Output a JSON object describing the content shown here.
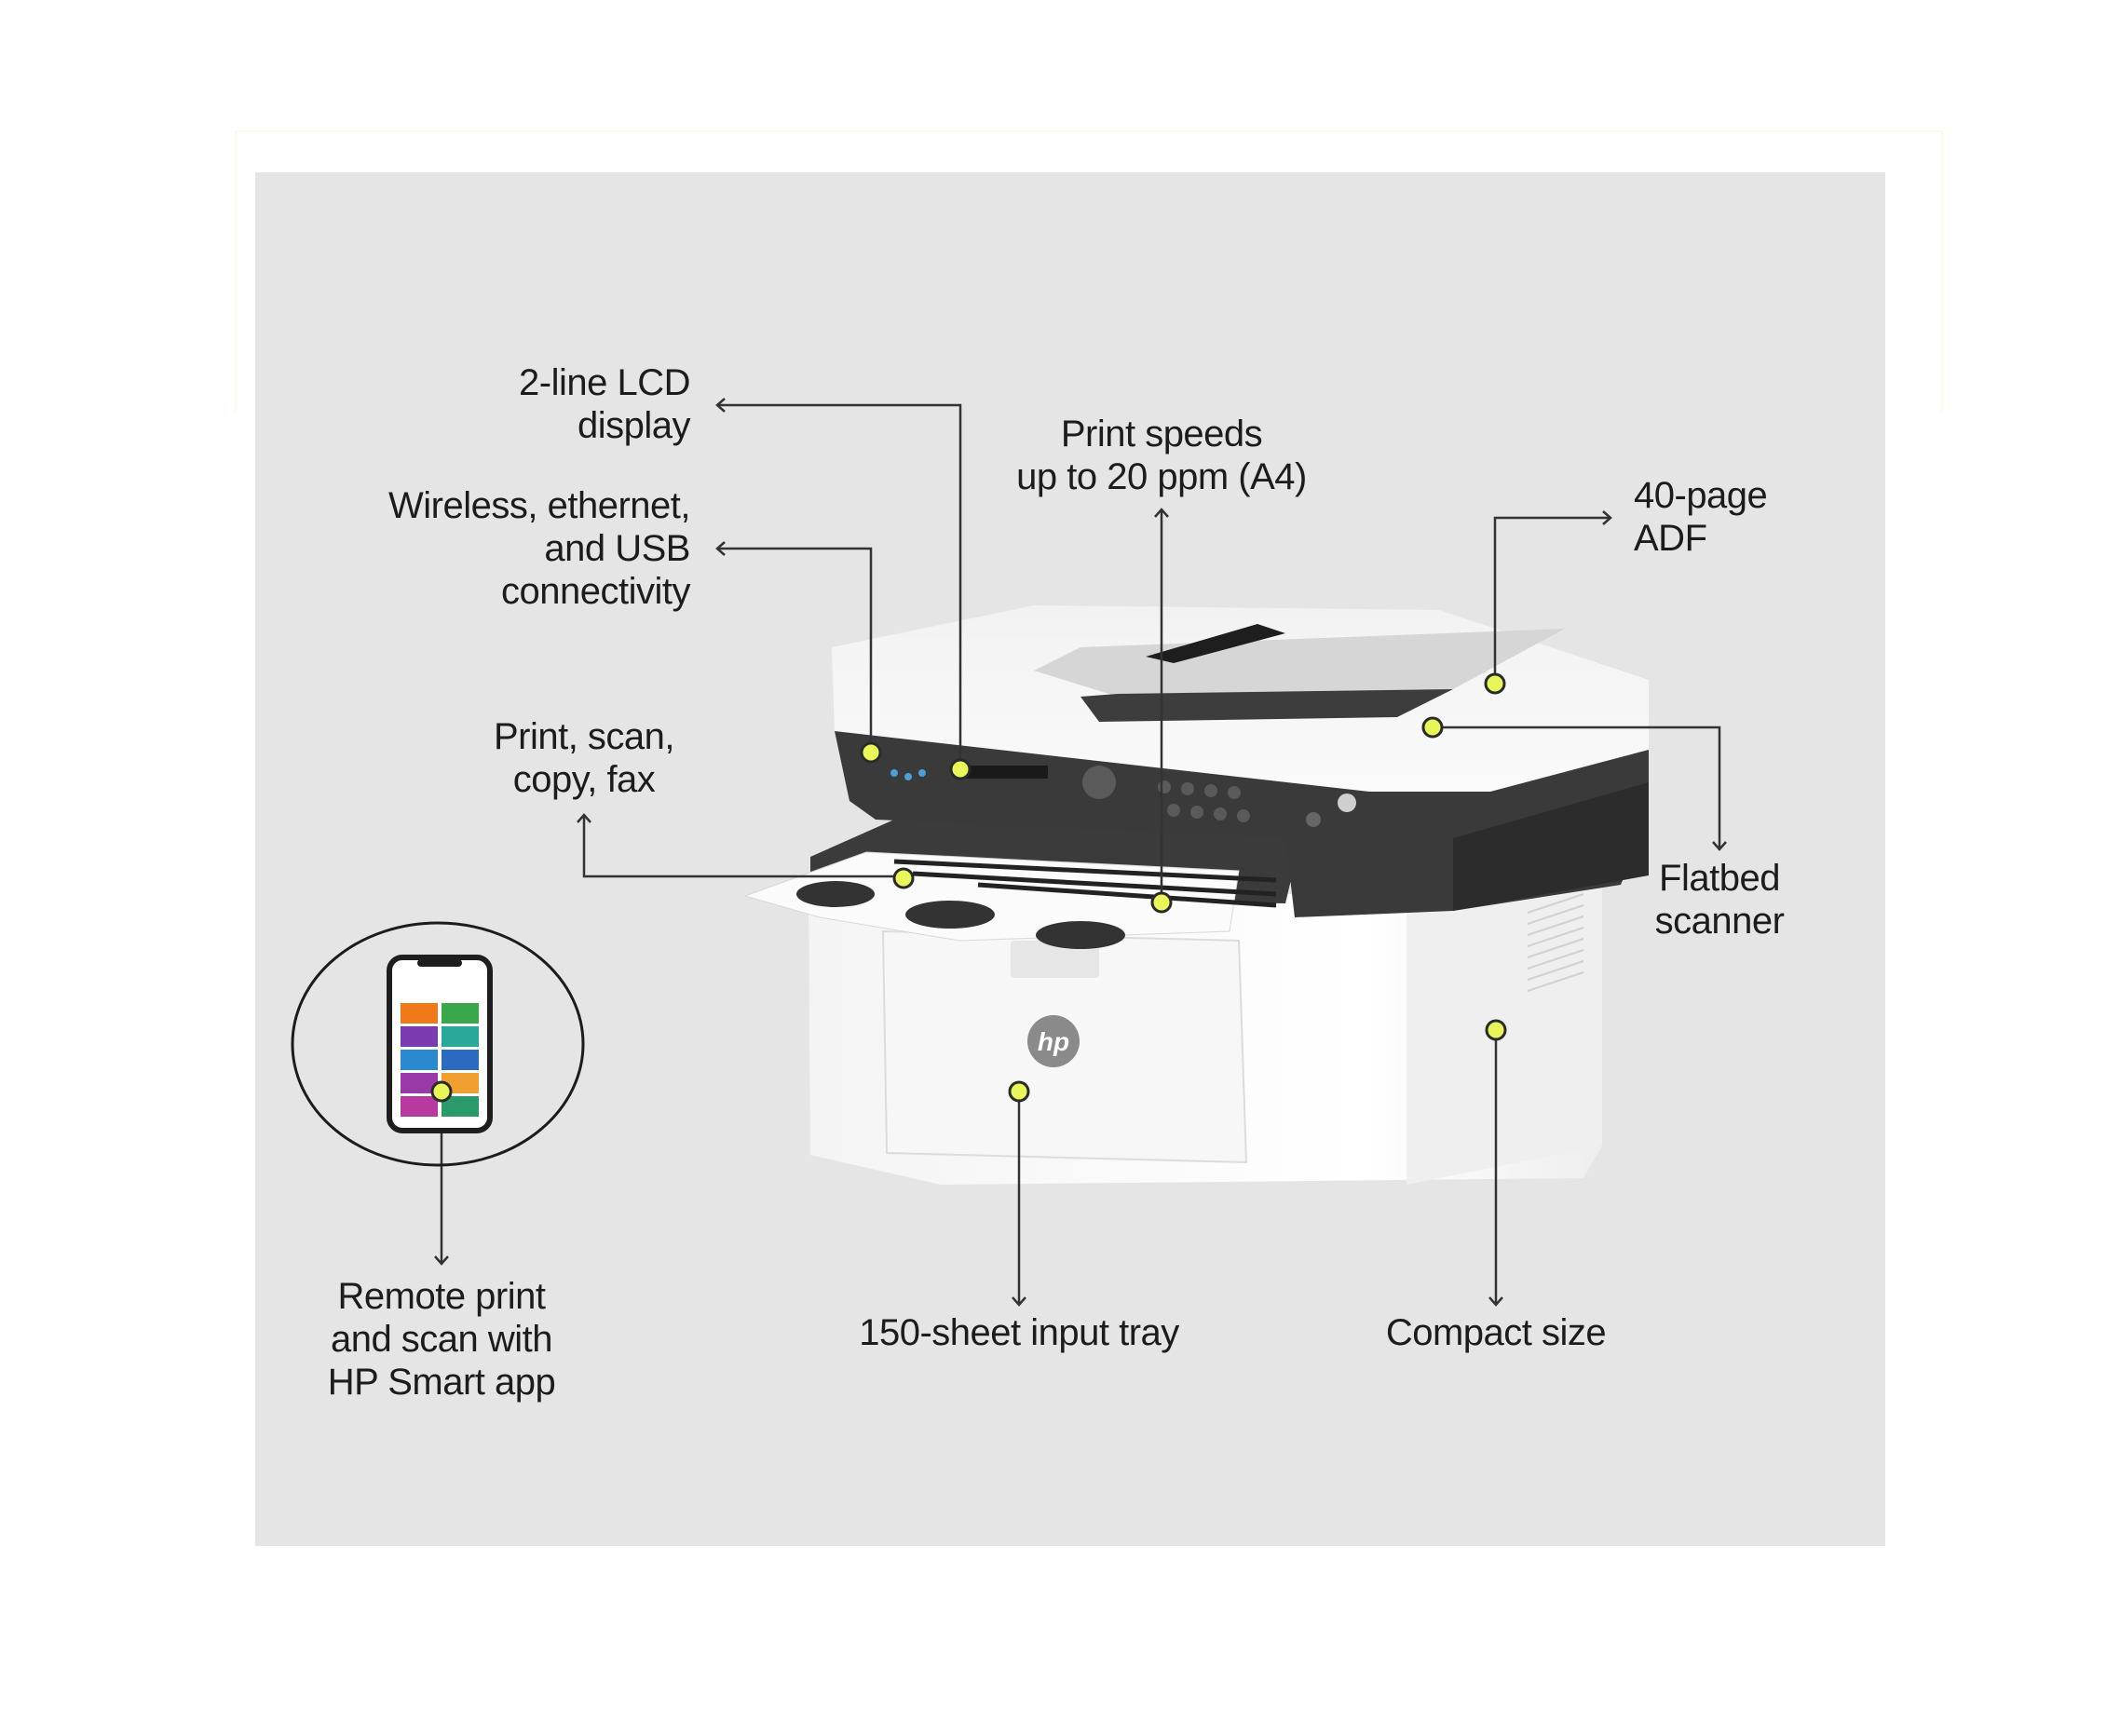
{
  "product": {
    "brand_logo": "hp",
    "description": "HP multifunction laser printer feature callouts"
  },
  "colors": {
    "panel_background": "#e5e5e5",
    "callout_dot": "#e8f65a",
    "callout_line": "#333333",
    "text": "#1c1c1c"
  },
  "callouts": [
    {
      "id": "lcd",
      "lines": [
        "2-line LCD",
        "display"
      ]
    },
    {
      "id": "connectivity",
      "lines": [
        "Wireless, ethernet,",
        "and USB",
        "connectivity"
      ]
    },
    {
      "id": "print_speed",
      "lines": [
        "Print speeds",
        "up to 20 ppm (A4)"
      ]
    },
    {
      "id": "adf",
      "lines": [
        "40-page",
        "ADF"
      ]
    },
    {
      "id": "functions",
      "lines": [
        "Print, scan,",
        "copy, fax"
      ]
    },
    {
      "id": "flatbed",
      "lines": [
        "Flatbed",
        "scanner"
      ]
    },
    {
      "id": "smart_app",
      "lines": [
        "Remote print",
        "and scan with",
        "HP Smart app"
      ]
    },
    {
      "id": "input_tray",
      "lines": [
        "150-sheet input tray"
      ]
    },
    {
      "id": "compact",
      "lines": [
        "Compact size"
      ]
    }
  ]
}
